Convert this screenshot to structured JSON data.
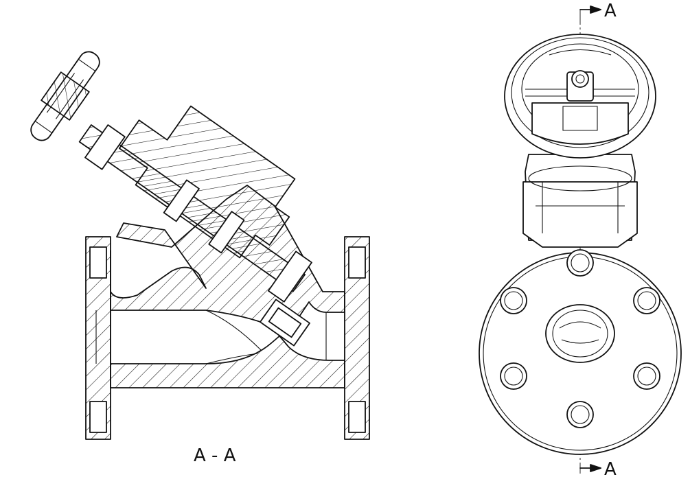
{
  "drawing": {
    "section_title": "A - A",
    "cut_marker_top": "A",
    "cut_marker_bottom": "A"
  }
}
